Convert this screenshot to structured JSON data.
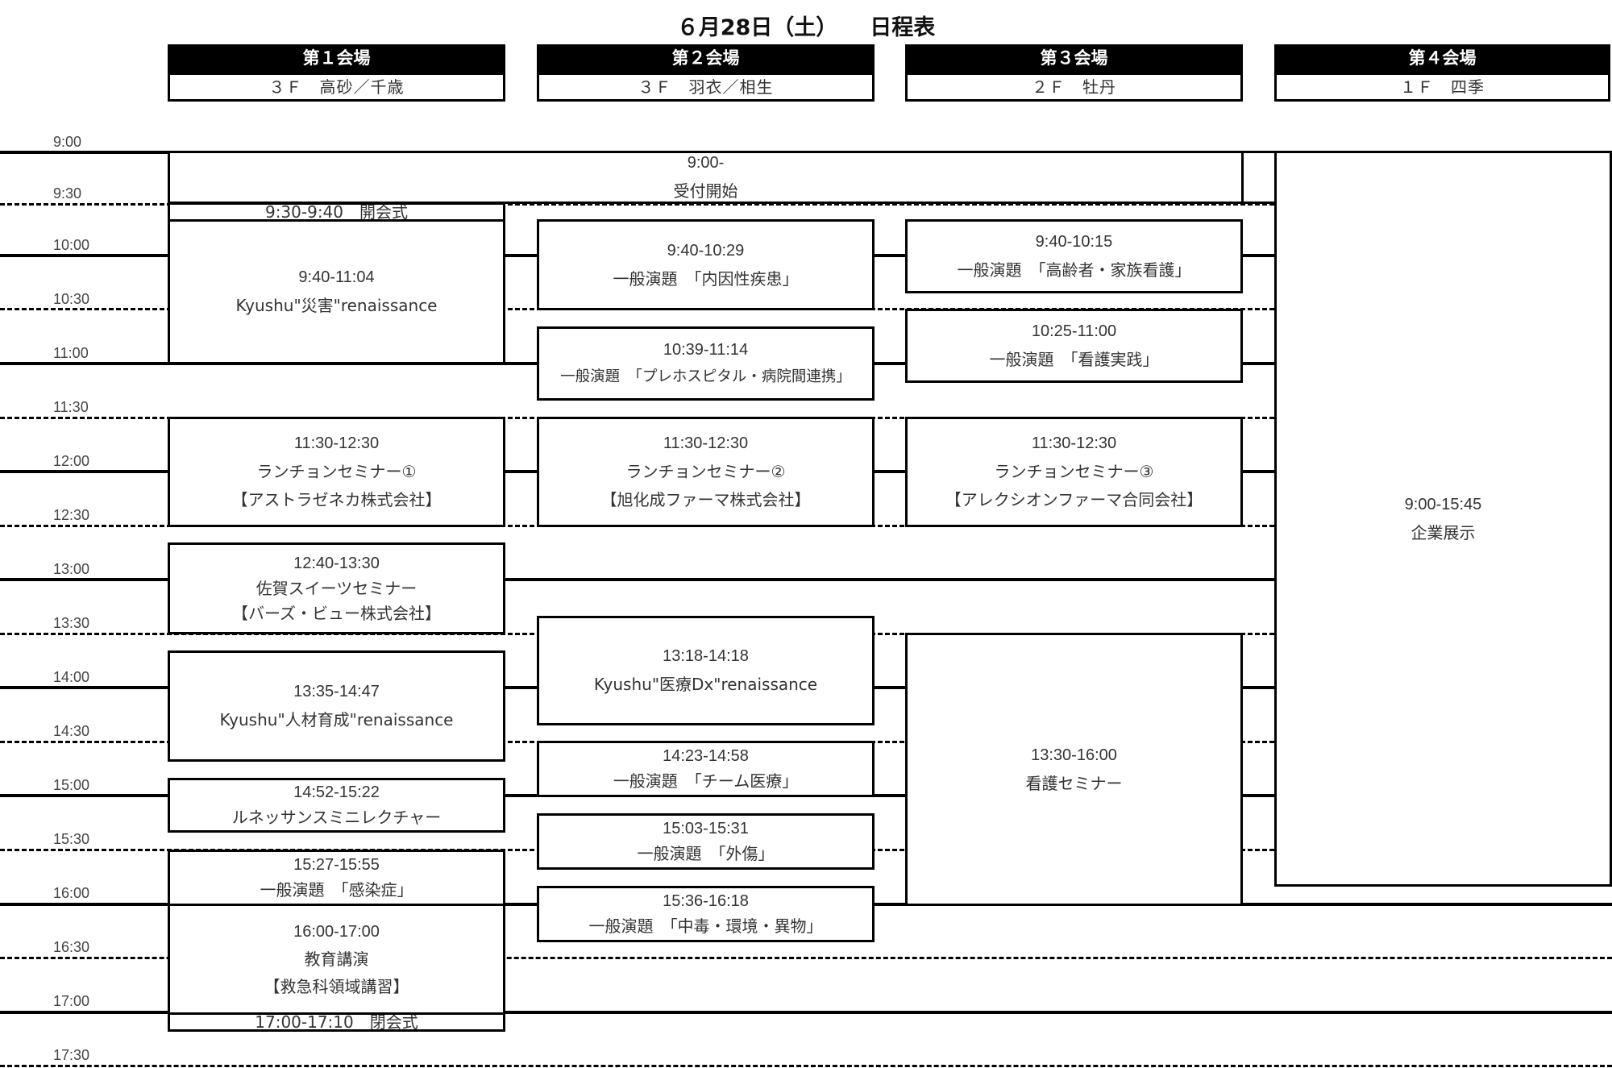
{
  "title": {
    "date": "６月28日（土）",
    "label": "日程表"
  },
  "venues": [
    {
      "name": "第１会場",
      "room": "３Ｆ　高砂／千歳"
    },
    {
      "name": "第２会場",
      "room": "３Ｆ　羽衣／相生"
    },
    {
      "name": "第３会場",
      "room": "２Ｆ　牡丹"
    },
    {
      "name": "第４会場",
      "room": "１Ｆ　四季"
    }
  ],
  "times": [
    "9:00",
    "9:30",
    "10:00",
    "10:30",
    "11:00",
    "11:30",
    "12:00",
    "12:30",
    "13:00",
    "13:30",
    "14:00",
    "14:30",
    "15:00",
    "15:30",
    "16:00",
    "16:30",
    "17:00",
    "17:30"
  ],
  "events": {
    "reception": {
      "time": "9:00-",
      "title": "受付開始"
    },
    "opening": {
      "text": "9:30-9:40　開会式"
    },
    "v1_disaster": {
      "time": "9:40-11:04",
      "title": "Kyushu\"災害\"renaissance"
    },
    "v1_lunch": {
      "time": "11:30-12:30",
      "title": "ランチョンセミナー①",
      "sponsor": "【アストラゼネカ株式会社】"
    },
    "v1_sweets": {
      "time": "12:40-13:30",
      "title": "佐賀スイーツセミナー",
      "sponsor": "【バーズ・ビュー株式会社】"
    },
    "v1_hr": {
      "time": "13:35-14:47",
      "title": "Kyushu\"人材育成\"renaissance"
    },
    "v1_mini": {
      "time": "14:52-15:22",
      "title": "ルネッサンスミニレクチャー"
    },
    "v1_infection": {
      "time": "15:27-15:55",
      "title": "一般演題　「感染症」"
    },
    "v1_edu": {
      "time": "16:00-17:00",
      "title": "教育講演",
      "sponsor": "【救急科領域講習】"
    },
    "closing": {
      "text": "17:00-17:10　閉会式"
    },
    "v2_internal": {
      "time": "9:40-10:29",
      "title": "一般演題　「内因性疾患」"
    },
    "v2_prehospital": {
      "time": "10:39-11:14",
      "title": "一般演題　「プレホスピタル・病院間連携」"
    },
    "v2_lunch": {
      "time": "11:30-12:30",
      "title": "ランチョンセミナー②",
      "sponsor": "【旭化成ファーマ株式会社】"
    },
    "v2_dx": {
      "time": "13:18-14:18",
      "title": "Kyushu\"医療Dx\"renaissance"
    },
    "v2_team": {
      "time": "14:23-14:58",
      "title": "一般演題　「チーム医療」"
    },
    "v2_trauma": {
      "time": "15:03-15:31",
      "title": "一般演題　「外傷」"
    },
    "v2_poison": {
      "time": "15:36-16:18",
      "title": "一般演題　「中毒・環境・異物」"
    },
    "v3_elderly": {
      "time": "9:40-10:15",
      "title": "一般演題　「高齢者・家族看護」"
    },
    "v3_practice": {
      "time": "10:25-11:00",
      "title": "一般演題　「看護実践」"
    },
    "v3_lunch": {
      "time": "11:30-12:30",
      "title": "ランチョンセミナー③",
      "sponsor": "【アレクシオンファーマ合同会社】"
    },
    "v3_nursing": {
      "time": "13:30-16:00",
      "title": "看護セミナー"
    },
    "v4_exhibit": {
      "time": "9:00-15:45",
      "title": "企業展示"
    }
  }
}
